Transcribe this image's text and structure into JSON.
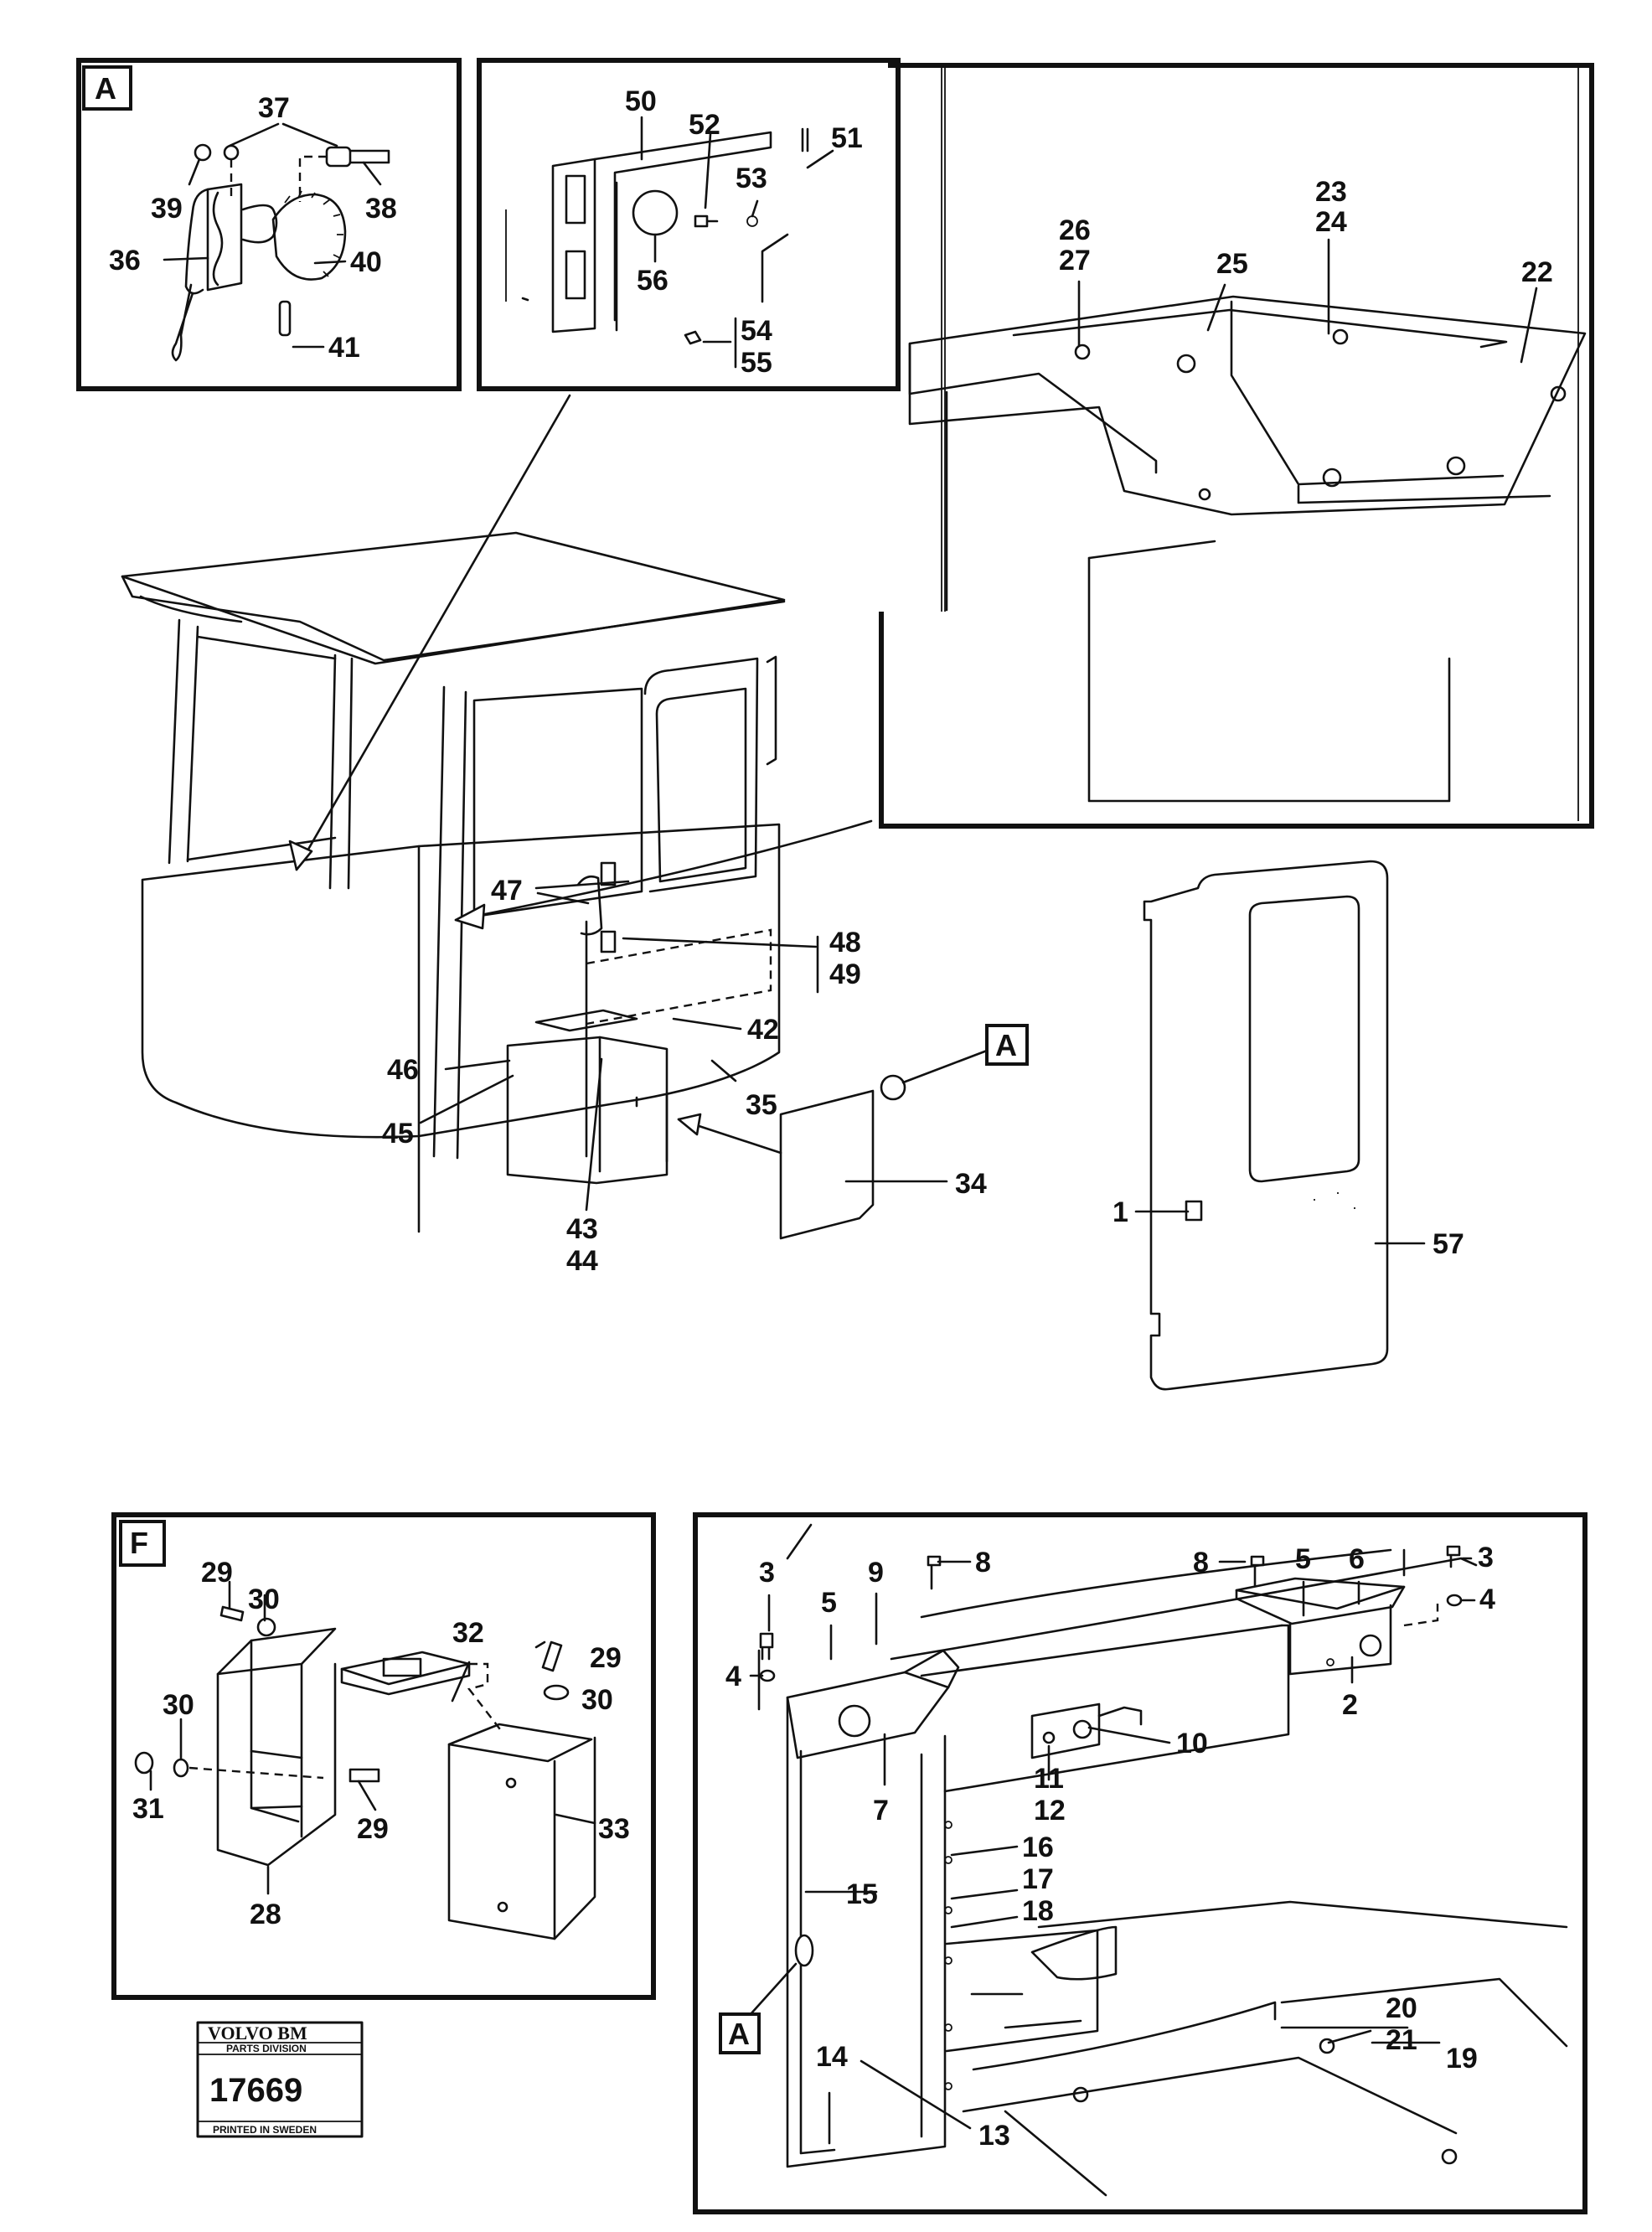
{
  "panels": {
    "lock_detail": {
      "tag": "A",
      "labels": {
        "p37": "37",
        "p39": "39",
        "p38": "38",
        "p36": "36",
        "p40": "40",
        "p41": "41"
      }
    },
    "bracket_detail": {
      "labels": {
        "p50": "50",
        "p52": "52",
        "p51": "51",
        "p53": "53",
        "p56": "56",
        "p54": "54",
        "p55": "55"
      }
    },
    "roof_detail": {
      "labels": {
        "p23": "23",
        "p24": "24",
        "p26": "26",
        "p27": "27",
        "p25": "25",
        "p22": "22"
      }
    },
    "cab": {
      "tag": "A",
      "labels": {
        "p47": "47",
        "p48": "48",
        "p49": "49",
        "p42": "42",
        "p46": "46",
        "p35": "35",
        "p45": "45",
        "p34": "34",
        "p43": "43",
        "p44": "44"
      }
    },
    "door": {
      "labels": {
        "p1": "1",
        "p57": "57"
      }
    },
    "console_f": {
      "tag": "F",
      "labels": {
        "p29a": "29",
        "p30a": "30",
        "p32": "32",
        "p29b": "29",
        "p30b": "30",
        "p30c": "30",
        "p31": "31",
        "p29c": "29",
        "p33": "33",
        "p28": "28"
      }
    },
    "floor_panel": {
      "tag": "A",
      "labels": {
        "p3a": "3",
        "p9": "9",
        "p8a": "8",
        "p5a": "5",
        "p4a": "4",
        "p8b": "8",
        "p5b": "5",
        "p6": "6",
        "p3b": "3",
        "p4b": "4",
        "p2": "2",
        "p10": "10",
        "p11": "11",
        "p12": "12",
        "p7": "7",
        "p16": "16",
        "p17": "17",
        "p18": "18",
        "p15": "15",
        "p20": "20",
        "p21": "21",
        "p19": "19",
        "p14": "14",
        "p13": "13"
      }
    }
  },
  "stamp": {
    "brand": "VOLVO BM",
    "division": "PARTS DIVISION",
    "number": "17669",
    "printed": "PRINTED IN SWEDEN"
  }
}
